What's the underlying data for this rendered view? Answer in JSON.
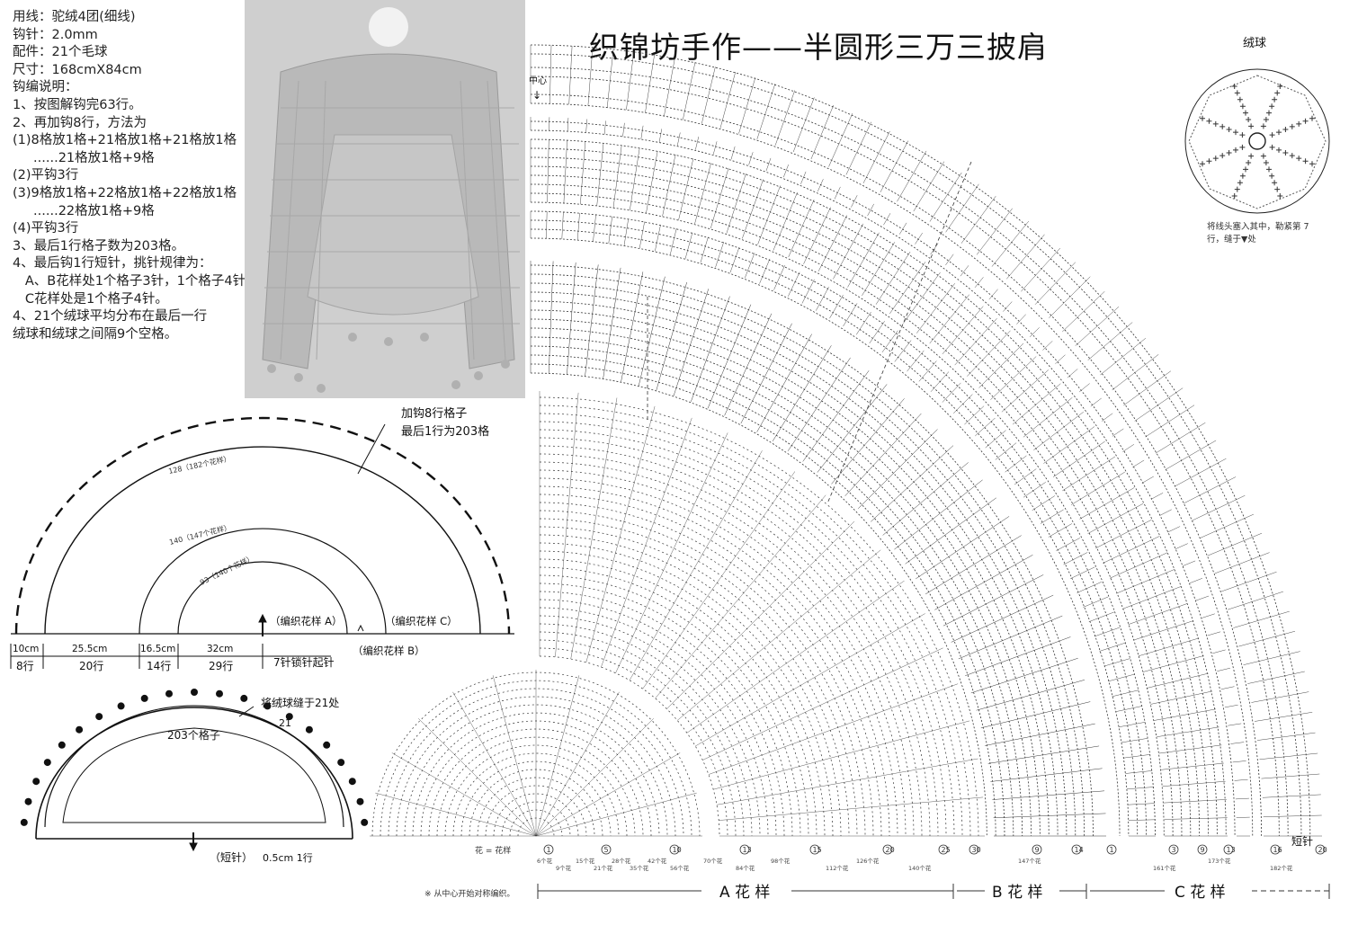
{
  "title": "织锦坊手作——半圆形三万三披肩",
  "instructions": [
    "用线：驼绒4团(细线)",
    "钩针：2.0mm",
    "配件：21个毛球",
    "尺寸：168cmX84cm",
    "钩编说明：",
    "1、按图解钩完63行。",
    "2、再加钩8行，方法为",
    "(1)8格放1格+21格放1格+21格放1格",
    "     ......21格放1格+9格",
    "(2)平钩3行",
    "(3)9格放1格+22格放1格+22格放1格",
    "     ......22格放1格+9格",
    "(4)平钩3行",
    "3、最后1行格子数为203格。",
    "4、最后钩1行短针，挑针规律为：",
    "   A、B花样处1个格子3针，1个格子4针",
    "   C花样处是1个格子4针。",
    "4、21个绒球平均分布在最后一行",
    "绒球和绒球之间隔9个空格。"
  ],
  "schematic": {
    "note_line1": "加钩8行格子",
    "note_line2": "最后1行为203格",
    "arc_outer": "128（182个花样）",
    "arc_middle": "140（147个花样）",
    "arc_inner": "93（140个花样）",
    "pattern_a": "（编织花样 A）",
    "pattern_b": "（编织花样 B）",
    "pattern_c": "（编织花样 C）",
    "start": "7针锁针起针",
    "dims": [
      {
        "cm": "10cm",
        "rows": "8行"
      },
      {
        "cm": "25.5cm",
        "rows": "20行"
      },
      {
        "cm": "16.5cm",
        "rows": "14行"
      },
      {
        "cm": "32cm",
        "rows": "29行"
      }
    ]
  },
  "edge": {
    "pompom_note": "将绒球缝于21处",
    "count": "21",
    "grid": "203个格子",
    "short": "（短针）",
    "depth": "0.5cm  1行"
  },
  "pompom": {
    "title": "绒球",
    "note1": "将线头塞入其中，勒紧第 7",
    "note2": "行，缝于▼处"
  },
  "chart": {
    "center": "中心",
    "legend": "花 = 花样",
    "short_stitch": "短针",
    "footnote": "※ 从中心开始对称编织。",
    "section_a": "A 花 样",
    "section_b": "B 花 样",
    "section_c": "C 花 样",
    "row_notes": [
      "6个花",
      "9个花",
      "15个花",
      "21个花",
      "28个花",
      "35个花",
      "42个花",
      "56个花",
      "70个花",
      "84个花",
      "98个花",
      "112个花",
      "126个花",
      "140个花",
      "147个花",
      "161个花",
      "173个花",
      "182个花"
    ],
    "row_numbers": [
      "1",
      "5",
      "10",
      "13",
      "15",
      "20",
      "25",
      "30",
      "9",
      "14",
      "1",
      "3",
      "9",
      "13",
      "16",
      "20"
    ]
  }
}
